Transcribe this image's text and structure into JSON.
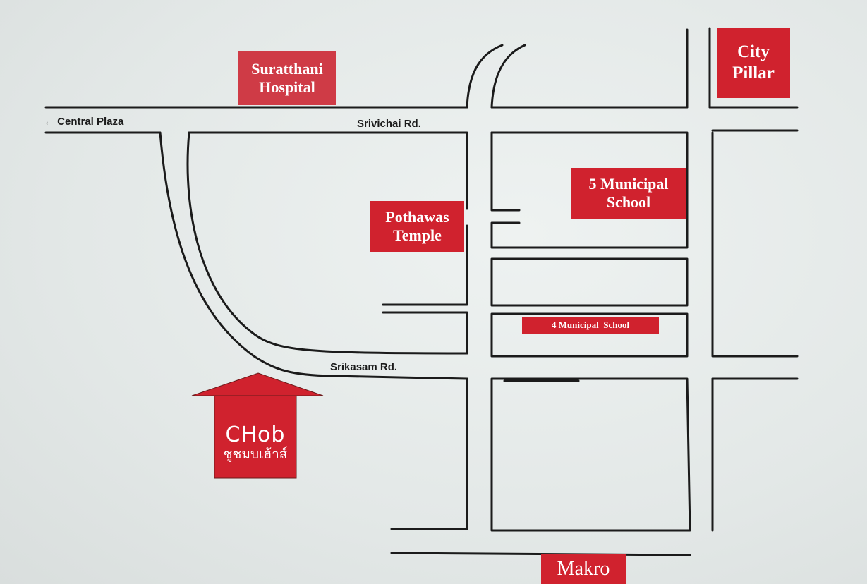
{
  "map": {
    "roads": {
      "srivichai": "Srivichai Rd.",
      "srikasam": "Srikasam Rd.",
      "central_plaza": "← Central Plaza"
    },
    "landmarks": {
      "surat_hospital": [
        "Suratthani",
        "Hospital"
      ],
      "city_pillar": [
        "City",
        "Pillar"
      ],
      "municipal_school_5": [
        "5 Municipal",
        "School"
      ],
      "pothawas_temple": [
        "Pothawas",
        "Temple"
      ],
      "municipal_school_4": "4 Municipal  School",
      "makro": "Makro"
    },
    "destination": {
      "brand": "CHob",
      "thai_name": "ชูชมบเฮ้าส์"
    },
    "colors": {
      "label_red": "#d0222e",
      "road_black": "#1b1b1b",
      "background": "#e8eceb"
    }
  }
}
